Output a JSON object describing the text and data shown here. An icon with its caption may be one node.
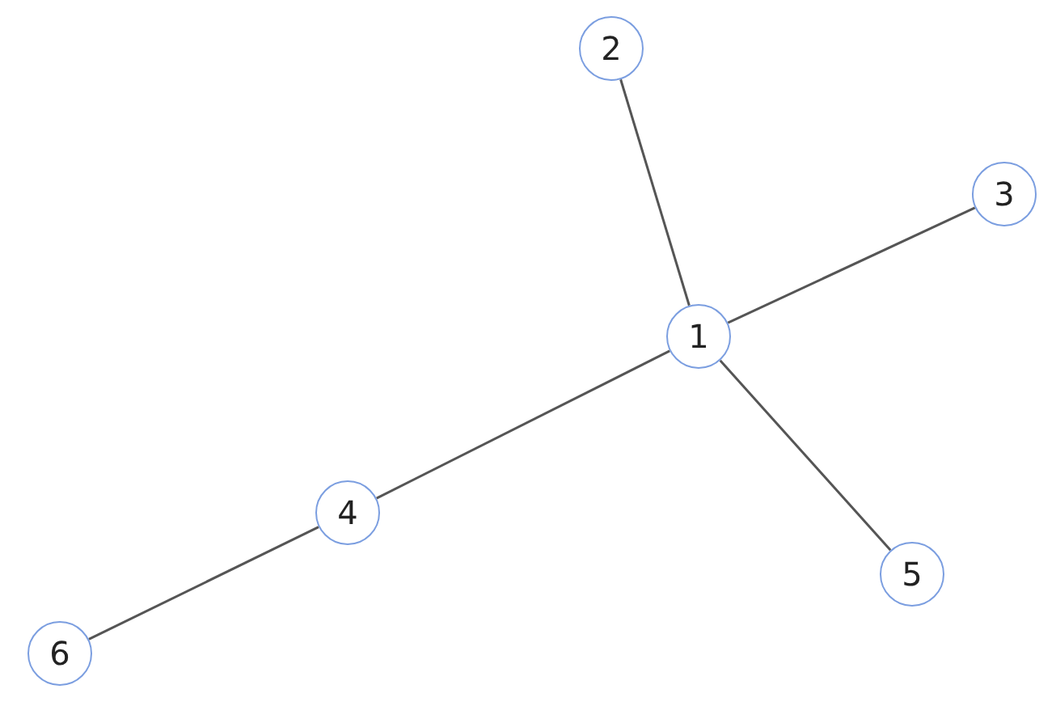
{
  "diagram": {
    "nodes": [
      {
        "text": [
          "2"
        ]
      },
      {
        "text": [
          "3"
        ]
      },
      {
        "text": [
          "1"
        ]
      },
      {
        "text": [
          "4"
        ]
      },
      {
        "text": [
          "5"
        ]
      },
      {
        "text": [
          "6"
        ]
      }
    ],
    "edges": [
      {
        "from": 2,
        "to": 0,
        "arrow": "none"
      },
      {
        "from": 2,
        "to": 1,
        "arrow": "none"
      },
      {
        "from": 2,
        "to": 3,
        "arrow": "none"
      },
      {
        "from": 2,
        "to": 4,
        "arrow": "none"
      },
      {
        "from": 3,
        "to": 5,
        "arrow": "none"
      }
    ]
  }
}
